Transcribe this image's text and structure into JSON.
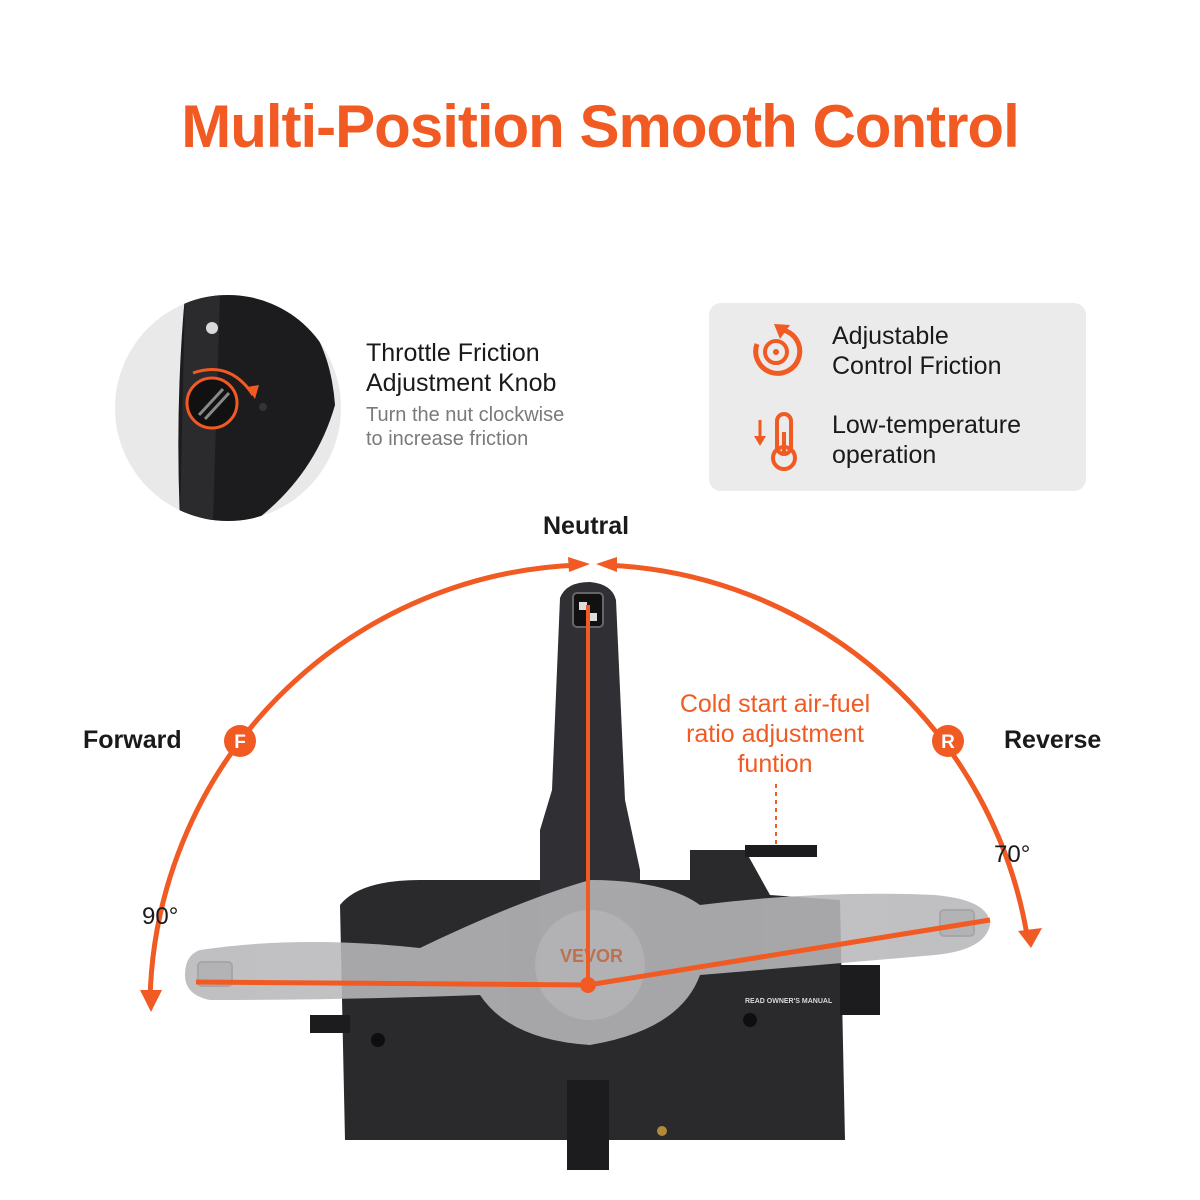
{
  "title": "Multi-Position Smooth Control",
  "knob": {
    "title_line1": "Throttle Friction",
    "title_line2": "Adjustment Knob",
    "sub_line1": "Turn the nut clockwise",
    "sub_line2": "to increase friction"
  },
  "features": [
    {
      "icon": "friction-dial-icon",
      "line1": "Adjustable",
      "line2": "Control Friction"
    },
    {
      "icon": "thermometer-down-icon",
      "line1": "Low-temperature",
      "line2": "operation"
    }
  ],
  "diagram": {
    "neutral_label": "Neutral",
    "forward_label": "Forward",
    "forward_badge": "F",
    "reverse_label": "Reverse",
    "reverse_badge": "R",
    "forward_angle": "90°",
    "reverse_angle": "70°",
    "cold_line1": "Cold start air-fuel",
    "cold_line2": "ratio adjustment",
    "cold_line3": "funtion"
  },
  "product_marks": {
    "brand": "VEVOR",
    "manual_label": "READ OWNER'S MANUAL"
  },
  "colors": {
    "accent": "#f15a22",
    "text": "#1a1a1a",
    "muted": "#7a7a7a",
    "panel": "#ebebeb"
  }
}
